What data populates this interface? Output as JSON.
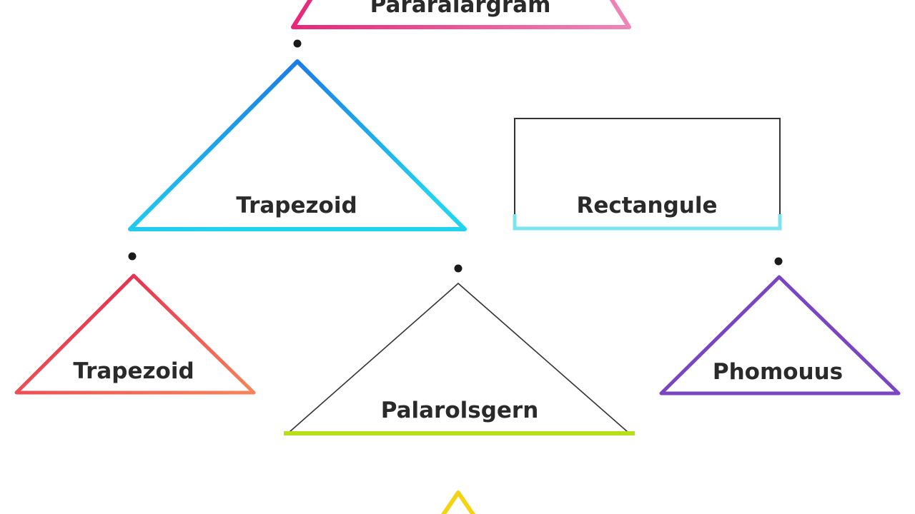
{
  "nodes": {
    "top": {
      "label": "Pararalargram",
      "stroke_start": "#e6287a",
      "stroke_end": "#ee86b8"
    },
    "mid_left": {
      "label": "Trapezoid",
      "stroke_start": "#1a6fe6",
      "stroke_end": "#22d3ee"
    },
    "mid_right": {
      "label": "Rectangule",
      "stroke": "#333333",
      "accent": "#7ee3f0"
    },
    "bottom_left": {
      "label": "Trapezoid",
      "stroke_start": "#e0194f",
      "stroke_end": "#f6855a"
    },
    "bottom_center": {
      "label": "Palarolsgern",
      "stroke": "#333333",
      "accent": "#b8e01a"
    },
    "bottom_right": {
      "label": "Phomouus",
      "stroke": "#7a45c0"
    },
    "bottom_partial": {
      "label": "",
      "stroke": "#f2d414"
    }
  },
  "connector_dot_color": "#1a1a1a"
}
